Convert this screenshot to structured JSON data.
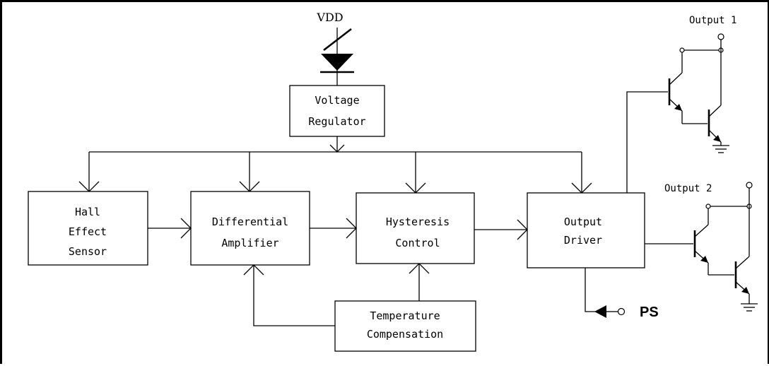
{
  "supply": {
    "label": "VDD"
  },
  "blocks": {
    "voltage_regulator": [
      "Voltage",
      "Regulator"
    ],
    "hall_sensor": [
      "Hall",
      "Effect",
      "Sensor"
    ],
    "diff_amp": [
      "Differential",
      "Amplifier"
    ],
    "hysteresis": [
      "Hysteresis",
      "Control"
    ],
    "output_driver": [
      "Output",
      "Driver"
    ],
    "temp_comp": [
      "Temperature",
      "Compensation"
    ]
  },
  "outputs": {
    "out1": "Output 1",
    "out2": "Output 2",
    "ps": "PS"
  }
}
